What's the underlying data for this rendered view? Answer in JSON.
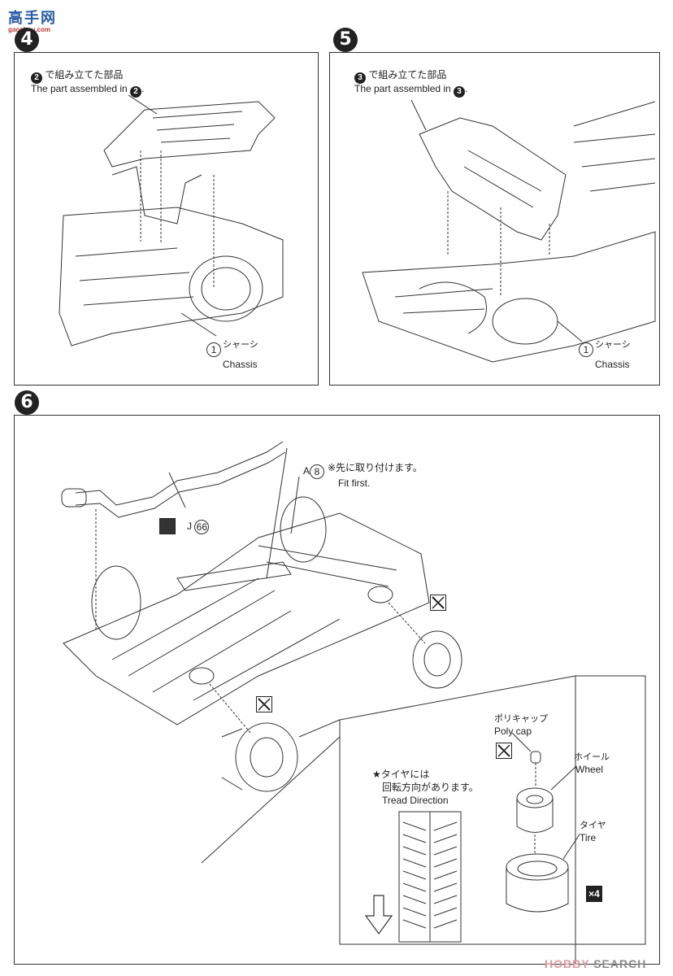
{
  "watermarks": {
    "top_left": {
      "title": "高手网",
      "url_text": "gaoshou.com"
    },
    "bottom_right": {
      "brand_a": "HOBBY",
      "brand_b": "SEARCH"
    }
  },
  "steps": [
    {
      "number": "4",
      "callout_jp_suffix": "で組み立てた部品",
      "callout_ref": "2",
      "callout_en": "The part assembled in",
      "part_number": "1",
      "part_name_jp": "シャーシ",
      "part_name_en": "Chassis"
    },
    {
      "number": "5",
      "callout_jp_suffix": "で組み立てた部品",
      "callout_ref": "3",
      "callout_en": "The part assembled in",
      "part_number": "1",
      "part_name_jp": "シャーシ",
      "part_name_en": "Chassis"
    },
    {
      "number": "6",
      "fit_first_part_letter": "A",
      "fit_first_part_number": "8",
      "fit_first_jp": "※先に取り付けます。",
      "fit_first_en": "Fit first.",
      "exhaust_part_letter": "J",
      "exhaust_part_number": "66",
      "tread_note_jp_line1": "★タイヤには",
      "tread_note_jp_line2": "回転方向があります。",
      "tread_note_en": "Tread Direction",
      "polycap_jp": "ポリキャップ",
      "polycap_en": "Poly cap",
      "wheel_jp": "ホイール",
      "wheel_en": "Wheel",
      "tire_jp": "タイヤ",
      "tire_en": "Tire",
      "quantity": "×4"
    }
  ],
  "icons": {
    "no_glue": "no-cement-icon",
    "cement": "cement-icon"
  }
}
